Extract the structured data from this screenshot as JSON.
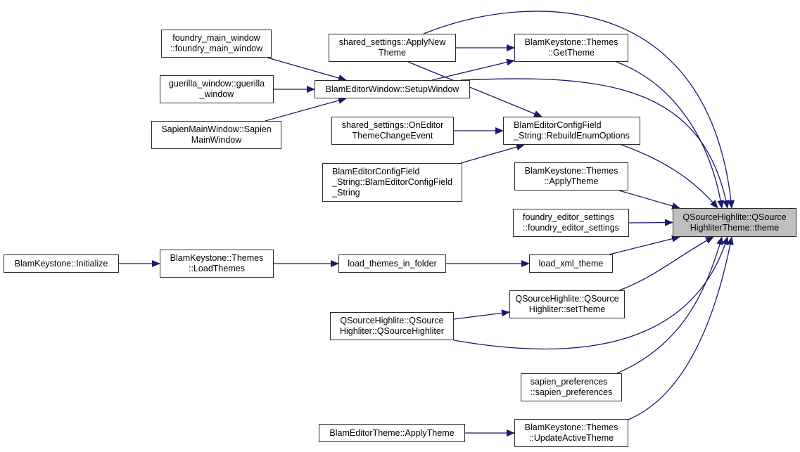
{
  "diagram": {
    "title": "QSourceHighlite::QSourceHighliterTheme::theme caller graph",
    "edge_color": "#191970",
    "focus_fill": "#bfbfbf",
    "nodes": [
      {
        "id": "theme",
        "label": "QSourceHighlite::QSource\nHighliterTheme::theme",
        "focus": true
      },
      {
        "id": "foundry_main_window",
        "label": "foundry_main_window\n::foundry_main_window"
      },
      {
        "id": "guerilla_window",
        "label": "guerilla_window::guerilla\n_window"
      },
      {
        "id": "sapien_main_window",
        "label": "SapienMainWindow::Sapien\nMainWindow"
      },
      {
        "id": "setup_window",
        "label": "BlamEditorWindow::SetupWindow"
      },
      {
        "id": "apply_new_theme",
        "label": "shared_settings::ApplyNew\nTheme"
      },
      {
        "id": "get_theme",
        "label": "BlamKeystone::Themes\n::GetTheme"
      },
      {
        "id": "on_editor_theme_change",
        "label": "shared_settings::OnEditor\nThemeChangeEvent"
      },
      {
        "id": "rebuild_enum",
        "label": "BlamEditorConfigField\n_String::RebuildEnumOptions",
        "left": true
      },
      {
        "id": "config_field_ctor",
        "label": "BlamEditorConfigField\n_String::BlamEditorConfigField\n_String",
        "left": true
      },
      {
        "id": "apply_theme",
        "label": "BlamKeystone::Themes\n::ApplyTheme"
      },
      {
        "id": "foundry_editor_settings",
        "label": "foundry_editor_settings\n::foundry_editor_settings",
        "left": true
      },
      {
        "id": "initialize",
        "label": "BlamKeystone::Initialize"
      },
      {
        "id": "load_themes",
        "label": "BlamKeystone::Themes\n::LoadThemes"
      },
      {
        "id": "load_themes_in_folder",
        "label": "load_themes_in_folder"
      },
      {
        "id": "load_xml_theme",
        "label": "load_xml_theme"
      },
      {
        "id": "set_theme",
        "label": "QSourceHighlite::QSource\nHighliter::setTheme"
      },
      {
        "id": "qsh_ctor",
        "label": "QSourceHighlite::QSource\nHighliter::QSourceHighliter"
      },
      {
        "id": "sapien_prefs",
        "label": "sapien_preferences\n::sapien_preferences",
        "left": true
      },
      {
        "id": "editor_theme_apply",
        "label": "BlamEditorTheme::ApplyTheme"
      },
      {
        "id": "update_active_theme",
        "label": "BlamKeystone::Themes\n::UpdateActiveTheme"
      }
    ],
    "edges": [
      {
        "from": "foundry_main_window",
        "to": "setup_window"
      },
      {
        "from": "guerilla_window",
        "to": "setup_window"
      },
      {
        "from": "sapien_main_window",
        "to": "setup_window"
      },
      {
        "from": "setup_window",
        "to": "get_theme"
      },
      {
        "from": "setup_window",
        "to": "theme"
      },
      {
        "from": "apply_new_theme",
        "to": "get_theme"
      },
      {
        "from": "apply_new_theme",
        "to": "rebuild_enum"
      },
      {
        "from": "apply_new_theme",
        "to": "theme"
      },
      {
        "from": "get_theme",
        "to": "theme"
      },
      {
        "from": "on_editor_theme_change",
        "to": "rebuild_enum"
      },
      {
        "from": "config_field_ctor",
        "to": "rebuild_enum"
      },
      {
        "from": "rebuild_enum",
        "to": "theme"
      },
      {
        "from": "apply_theme",
        "to": "theme"
      },
      {
        "from": "foundry_editor_settings",
        "to": "theme"
      },
      {
        "from": "initialize",
        "to": "load_themes"
      },
      {
        "from": "load_themes",
        "to": "load_themes_in_folder"
      },
      {
        "from": "load_themes_in_folder",
        "to": "load_xml_theme"
      },
      {
        "from": "load_xml_theme",
        "to": "theme"
      },
      {
        "from": "set_theme",
        "to": "theme"
      },
      {
        "from": "qsh_ctor",
        "to": "set_theme"
      },
      {
        "from": "qsh_ctor",
        "to": "theme"
      },
      {
        "from": "sapien_prefs",
        "to": "theme"
      },
      {
        "from": "editor_theme_apply",
        "to": "update_active_theme"
      },
      {
        "from": "update_active_theme",
        "to": "theme"
      }
    ]
  }
}
